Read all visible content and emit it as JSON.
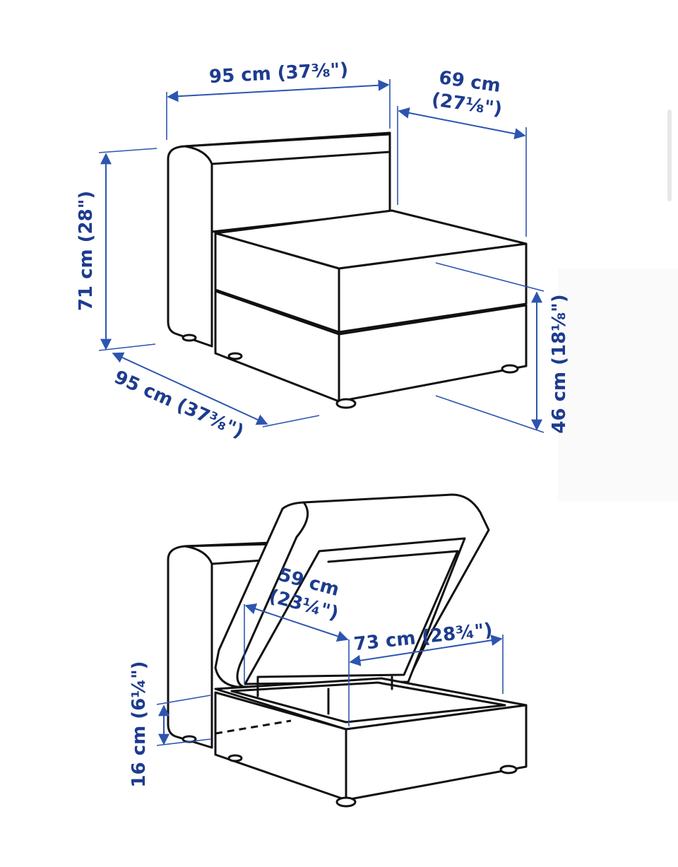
{
  "dimensions": {
    "top_width": "95 cm (37⅜\")",
    "depth_line1": "69 cm",
    "depth_line2": "(27⅛\")",
    "height": "71 cm (28\")",
    "front_width": "95 cm (37⅜\")",
    "seat_height": "46 cm (18⅛\")",
    "storage_depth_line1": "59 cm",
    "storage_depth_line2": "(23¼\")",
    "storage_width": "73 cm (28¾\")",
    "storage_height": "16 cm (6¼\")"
  },
  "colors": {
    "dimension_blue": "#1d3c8f",
    "line_ink": "#111111"
  }
}
